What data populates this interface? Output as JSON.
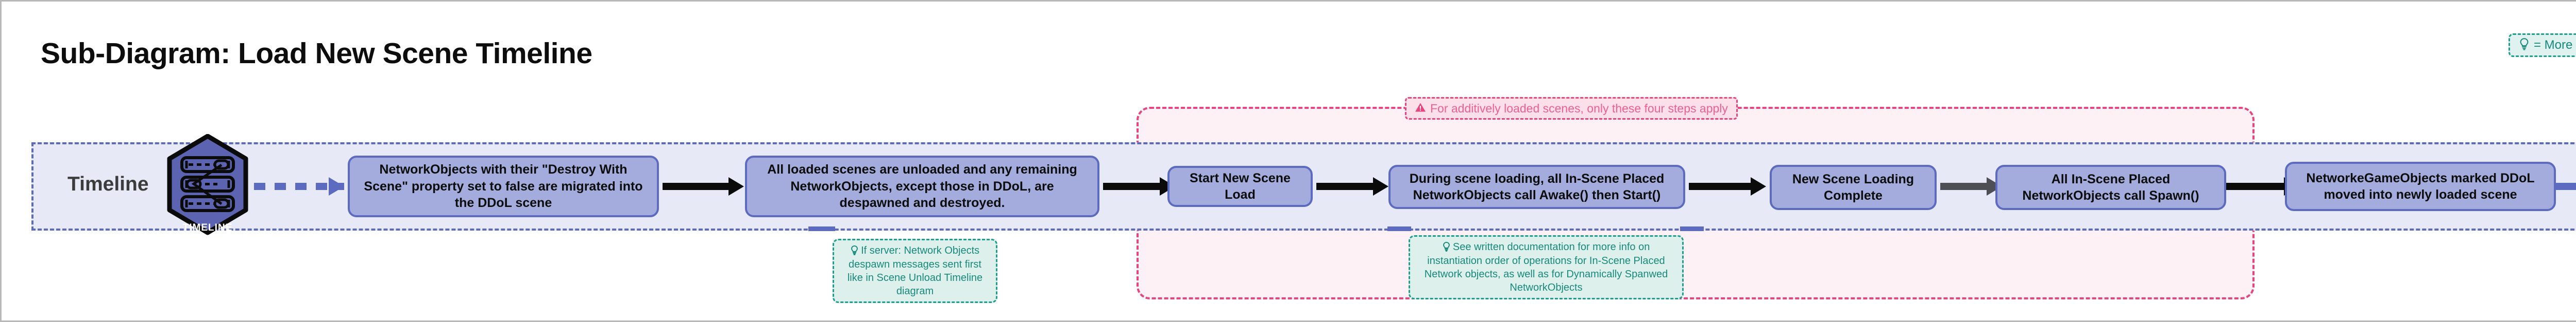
{
  "page": {
    "title": "Sub-Diagram: Load New Scene Timeline"
  },
  "legend": {
    "icon": "lightbulb-icon",
    "bulb_glyph": "💡",
    "text": "= More info",
    "border_color": "#1f9e8e",
    "bg_color": "#e0f2ef"
  },
  "timeline": {
    "label": "Timeline",
    "icon_name": "timeline-hexagon-icon",
    "icon_caption": "TIMELINE",
    "band_bg": "#e7eaf6",
    "band_border": "#5c6bc0"
  },
  "red_group": {
    "name": "additive-load-group",
    "border_color": "#e8447f",
    "bg_color": "#fdf1f6",
    "note": {
      "icon": "warning-triangle-icon",
      "glyph": "⚠",
      "text": "For additively loaded scenes, only these four steps apply"
    }
  },
  "steps": [
    {
      "id": "step-1",
      "text": "NetworkObjects with their \"Destroy With Scene\" property set to false are migrated into the DDoL scene"
    },
    {
      "id": "step-2",
      "text": "All loaded scenes are unloaded and any remaining NetworkObjects, except those in DDoL, are despawned and destroyed."
    },
    {
      "id": "step-3",
      "text": "Start New Scene Load"
    },
    {
      "id": "step-4",
      "text": "During scene loading, all In-Scene Placed NetworkObjects call Awake() then Start()"
    },
    {
      "id": "step-5",
      "text": "New Scene Loading Complete"
    },
    {
      "id": "step-6",
      "text": "All In-Scene Placed NetworkObjects call Spawn()"
    },
    {
      "id": "step-7",
      "text": "NetworkeGameObjects marked DDoL moved into newly loaded scene"
    }
  ],
  "notes": [
    {
      "id": "note-server-despawn",
      "icon": "lightbulb-icon",
      "glyph": "💡",
      "text": "If server: Network Objects despawn messages sent first like in Scene Unload Timeline diagram"
    },
    {
      "id": "note-documentation",
      "icon": "lightbulb-icon",
      "glyph": "💡",
      "text": "See written documentation for more info on instantiation order of operations for In-Scene Placed Network objects, as well as for Dynamically Spanwed NetworkObjects"
    }
  ],
  "colors": {
    "box_fill": "#a3acdd",
    "box_border": "#5c6bc0",
    "arrow_black": "#0b0b0b",
    "arrow_gray": "#4e4e55",
    "note_teal": "#17897c",
    "warn_pink": "#e8447f"
  }
}
